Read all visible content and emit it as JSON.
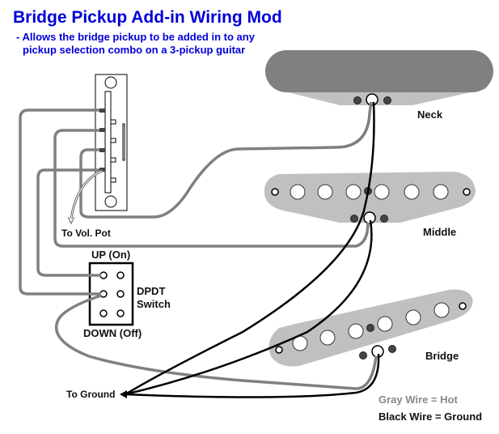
{
  "title": "Bridge Pickup Add-in Wiring Mod",
  "subtitle": {
    "line1": "- Allows the bridge pickup to be added in to any",
    "line2": "pickup selection combo on a 3-pickup guitar"
  },
  "colors": {
    "title": "#0000d8",
    "hot_wire": "#808080",
    "ground_wire": "#000000",
    "pickup_cover": "#c0c0c0",
    "neck_cover_top": "#808080"
  },
  "labels": {
    "neck": "Neck",
    "middle": "Middle",
    "bridge": "Bridge",
    "vol_pot": "To Vol. Pot",
    "ground": "To Ground",
    "switch_up": "UP (On)",
    "switch_down": "DOWN (Off)",
    "switch_name_1": "DPDT",
    "switch_name_2": "Switch"
  },
  "legend": {
    "hot": "Gray Wire = Hot",
    "ground": "Black Wire = Ground"
  }
}
